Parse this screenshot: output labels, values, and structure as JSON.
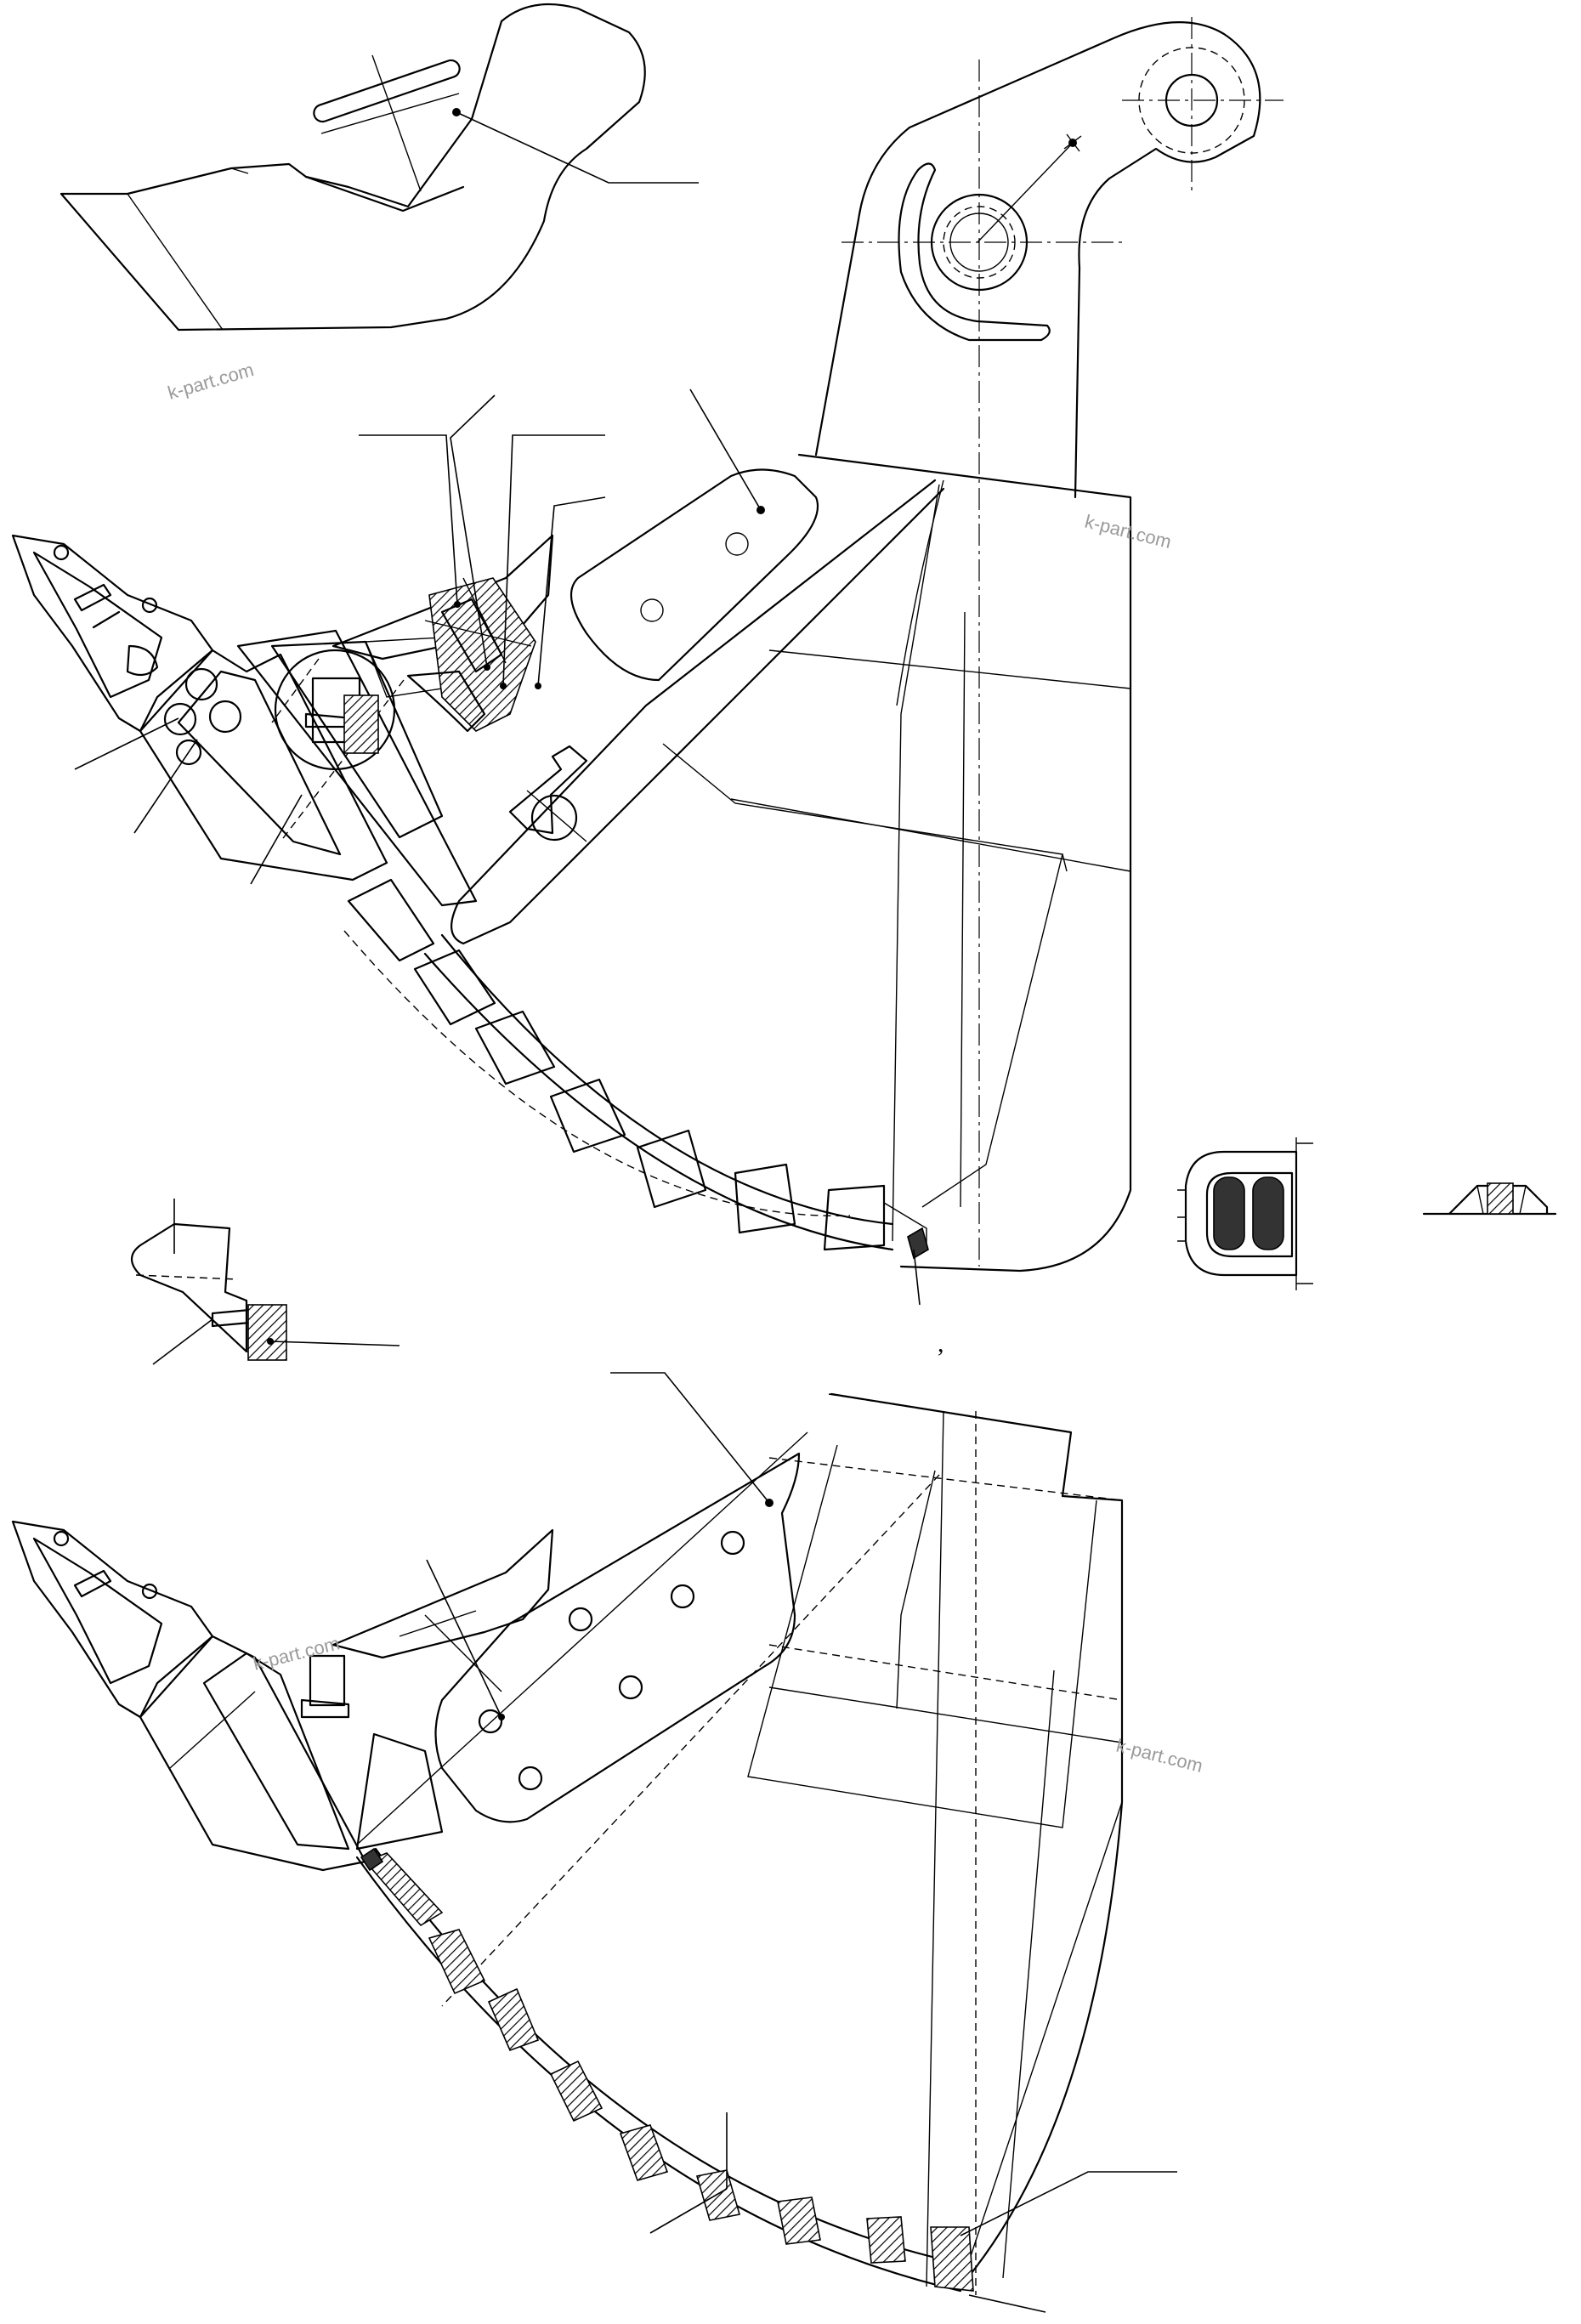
{
  "watermarks": [
    "k-part.com",
    "k-part.com",
    "k-part.com",
    "k-part.com"
  ],
  "marks": {
    "comma": ","
  },
  "colors": {
    "line": "#000000",
    "watermark": "#9a9a9a",
    "background": "#ffffff"
  }
}
